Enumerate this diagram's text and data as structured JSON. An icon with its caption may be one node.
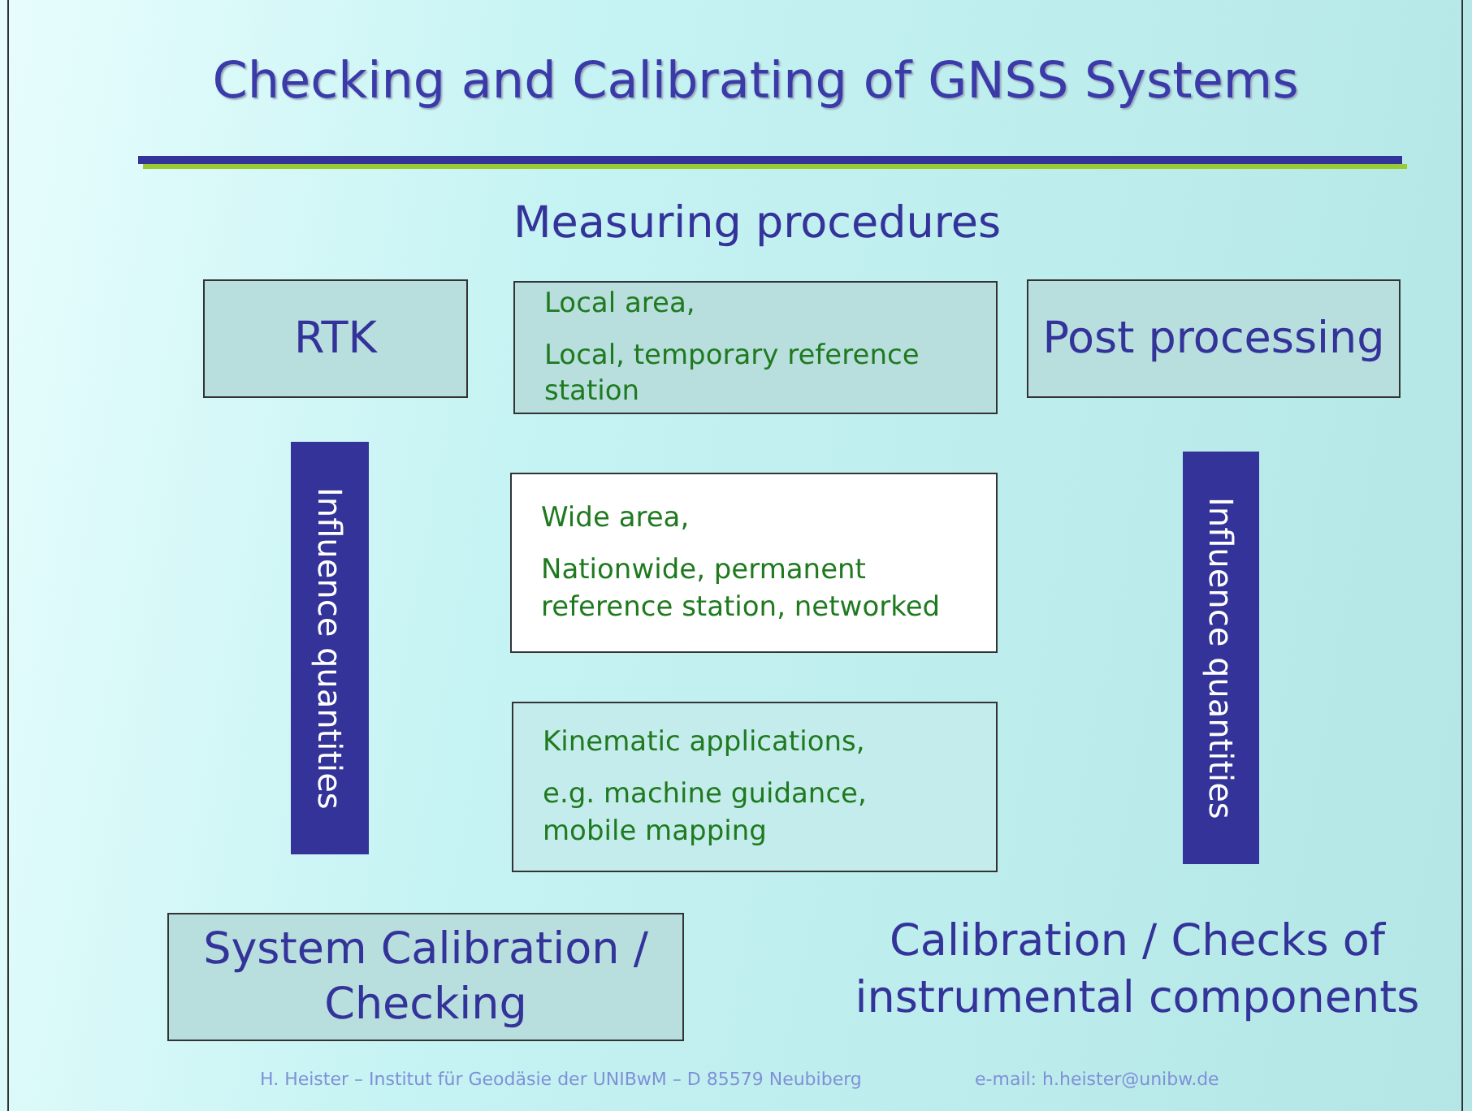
{
  "diagram": {
    "title": "Checking and Calibrating of GNSS Systems",
    "nodes": [
      {
        "text": [
          "RTK"
        ]
      },
      {
        "text": [
          "Local area,",
          "Local, temporary reference station"
        ]
      },
      {
        "text": [
          "Post processing"
        ]
      },
      {
        "text": [
          "Influence quantities"
        ]
      },
      {
        "text": [
          "Wide area,",
          "Nationwide, permanent reference station, networked"
        ]
      },
      {
        "text": [
          "Influence quantities"
        ]
      },
      {
        "text": [
          "Kinematic applications,",
          "e.g. machine guidance, mobile mapping"
        ]
      },
      {
        "text": [
          "System Calibration / Checking"
        ]
      }
    ],
    "labels": [
      "Measuring procedures",
      "Calibration / Checks of instrumental components",
      "H. Heister – Institut für Geodäsie der UNIBwM – D 85579 Neubiberg",
      "e-mail: h.heister@unibw.de"
    ]
  }
}
